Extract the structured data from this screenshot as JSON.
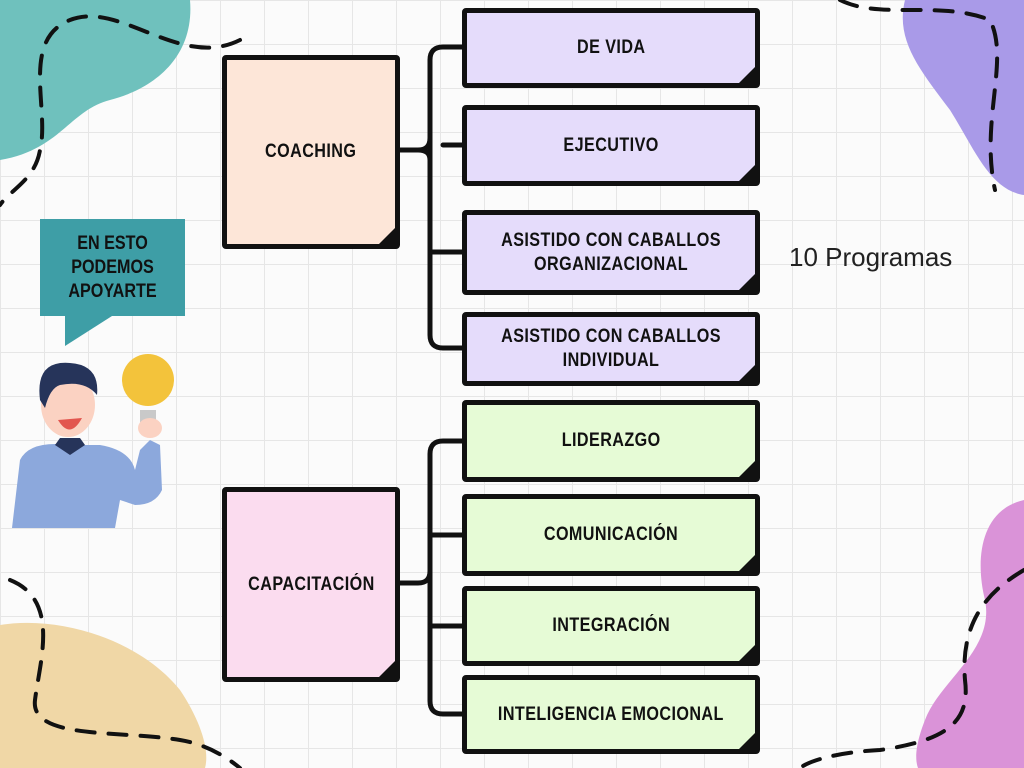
{
  "bubble": {
    "text": "EN ESTO PODEMOS APOYARTE"
  },
  "summary": {
    "text": "10 Programas"
  },
  "groups": [
    {
      "label": "COACHING",
      "color": "#fde6d8",
      "items": [
        "DE VIDA",
        "EJECUTIVO",
        "ASISTIDO CON CABALLOS ORGANIZACIONAL",
        "ASISTIDO CON CABALLOS INDIVIDUAL"
      ]
    },
    {
      "label": "CAPACITACIÓN",
      "color": "#fbdcef",
      "items": [
        "LIDERAZGO",
        "COMUNICACIÓN",
        "INTEGRACIÓN",
        "INTELIGENCIA EMOCIONAL"
      ]
    }
  ],
  "colors": {
    "coaching_items": "#e5dcfb",
    "capacitacion_items": "#e6fbd6",
    "bubble": "#3e9ea6"
  }
}
